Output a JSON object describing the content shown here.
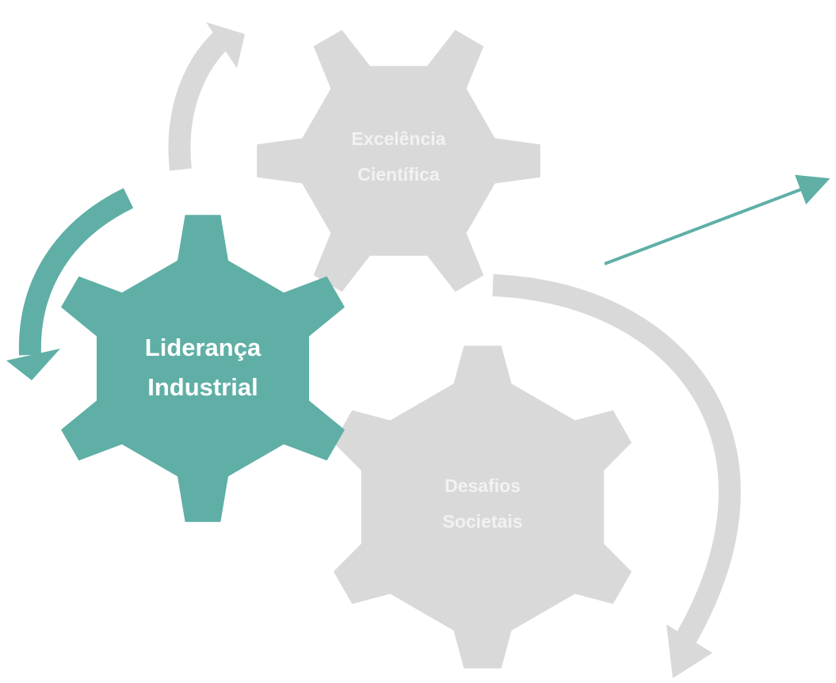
{
  "colors": {
    "active": "#5FAFA6",
    "inactive": "#D9D9D9",
    "label_active": "#FFFFFF",
    "label_inactive": "#F2F2F2",
    "pointer": "#5FAFA6"
  },
  "gears": {
    "industrial": {
      "line1": "Liderança",
      "line2": "Industrial",
      "state": "active"
    },
    "scientific": {
      "line1": "Excelência",
      "line2": "Científica",
      "state": "inactive"
    },
    "societal": {
      "line1": "Desafios",
      "line2": "Societais",
      "state": "inactive"
    }
  },
  "arrows": {
    "cycle_arrow_count": 3,
    "pointer_icon": "arrow-line-icon"
  }
}
